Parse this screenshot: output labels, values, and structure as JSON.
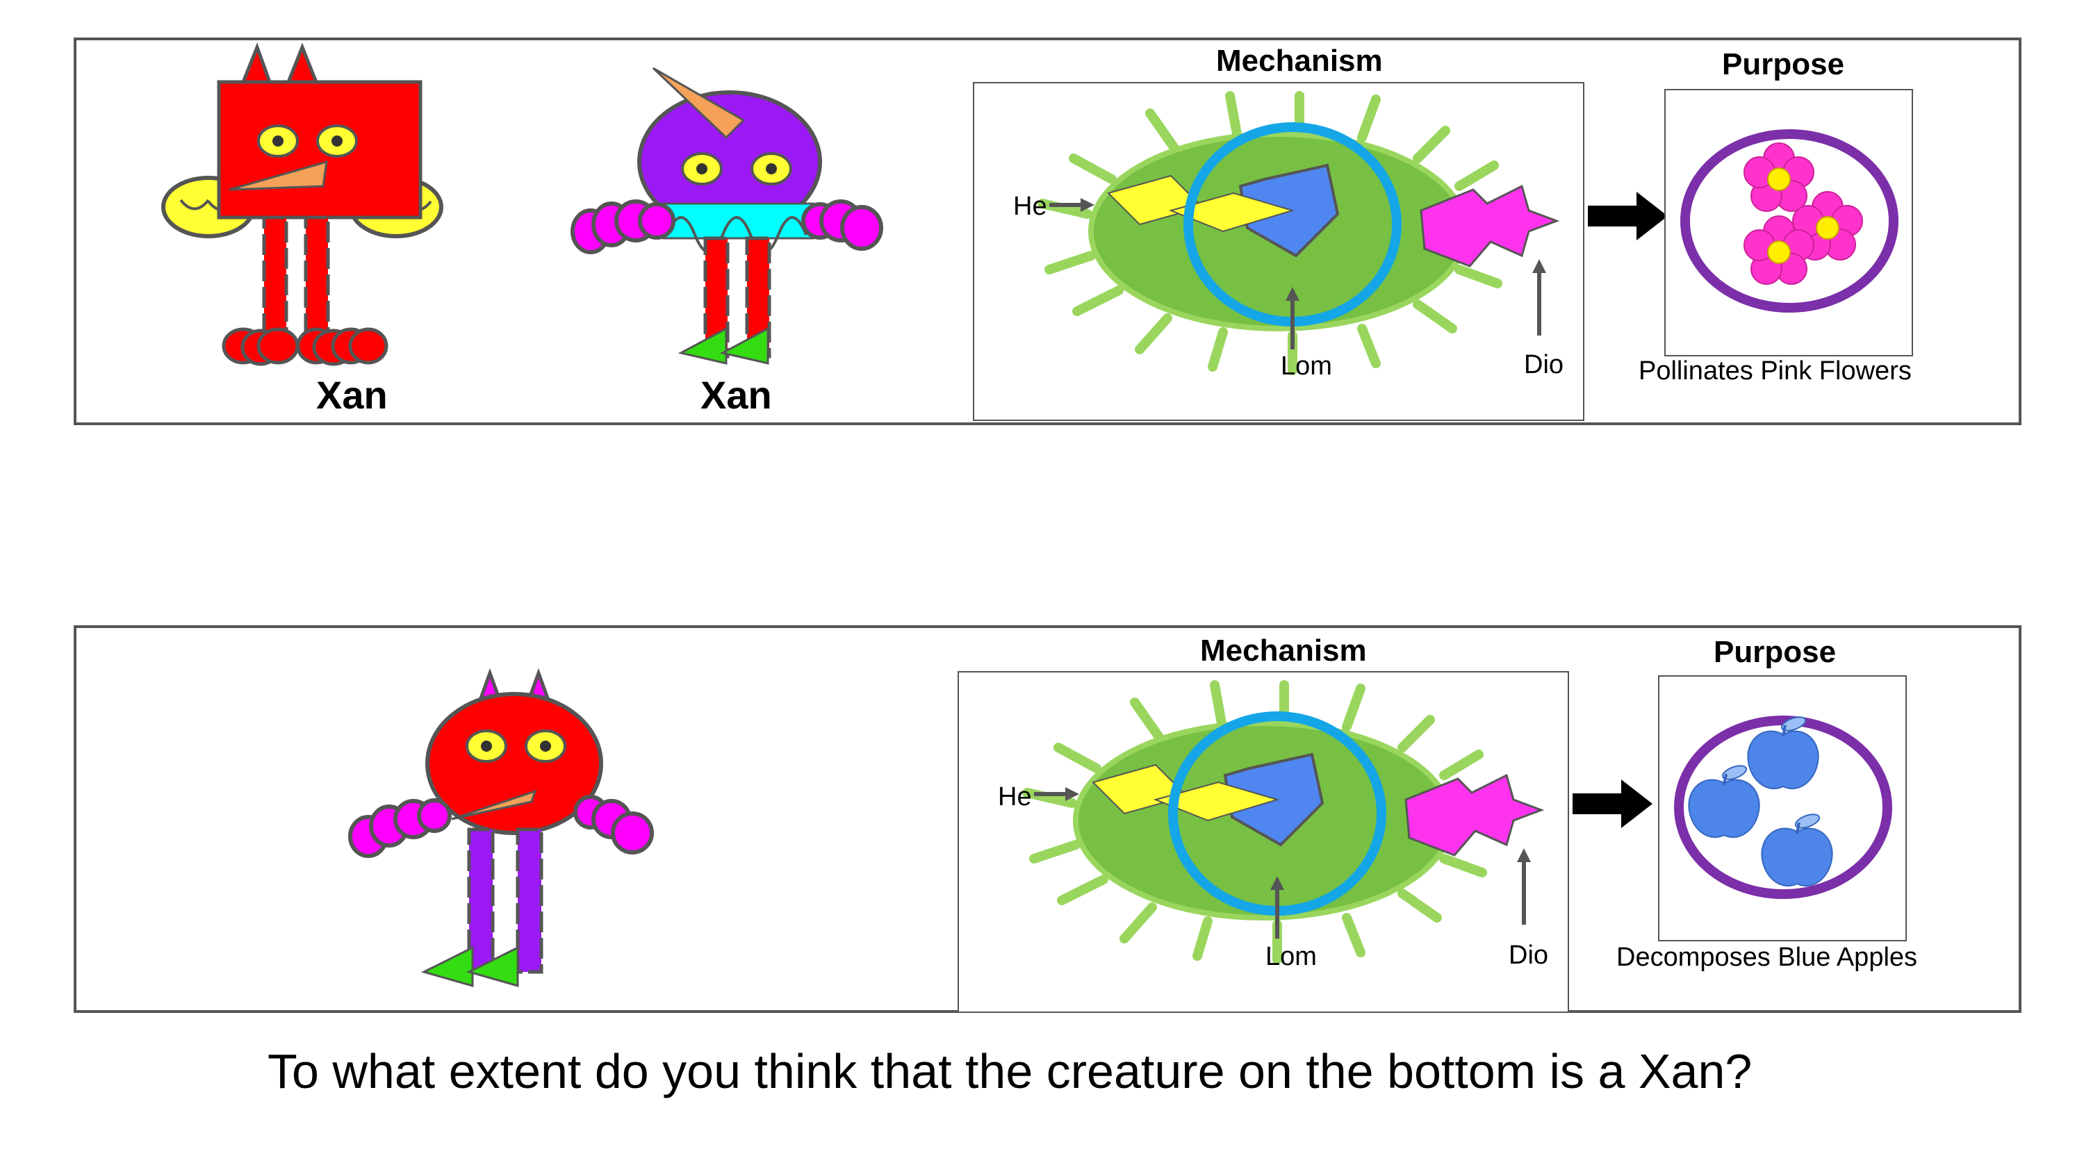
{
  "top": {
    "creature_labels": [
      "Xan",
      "Xan"
    ],
    "mechanism_title": "Mechanism",
    "purpose_title": "Purpose",
    "parts": {
      "he": "He",
      "lom": "Lom",
      "dio": "Dio"
    },
    "purpose_caption": "Pollinates Pink Flowers"
  },
  "bottom": {
    "mechanism_title": "Mechanism",
    "purpose_title": "Purpose",
    "parts": {
      "he": "He",
      "lom": "Lom",
      "dio": "Dio"
    },
    "purpose_caption": "Decomposes Blue Apples"
  },
  "question": "To what extent do you think that the creature on the bottom is a Xan?",
  "colors": {
    "red": "#ff0000",
    "purple": "#9b19f5",
    "magenta": "#ff00ff",
    "cyan": "#00ffff",
    "green": "#33dd11",
    "yellow": "#ffff33",
    "orange": "#f5a15a",
    "outline": "#555555",
    "pentagon": "#4f86f0",
    "ring": "#14a6e6",
    "bug": "#77c043",
    "bug_edge": "#9ad65e",
    "frame": "#7b2fa8",
    "flower": "#ff33cc",
    "apple": "#4d86e8",
    "arrow": "#000000"
  },
  "icons": [
    "square-xan-creature",
    "round-xan-creature",
    "test-creature",
    "mechanism-bug",
    "flowers",
    "blue-apples",
    "right-arrow"
  ]
}
